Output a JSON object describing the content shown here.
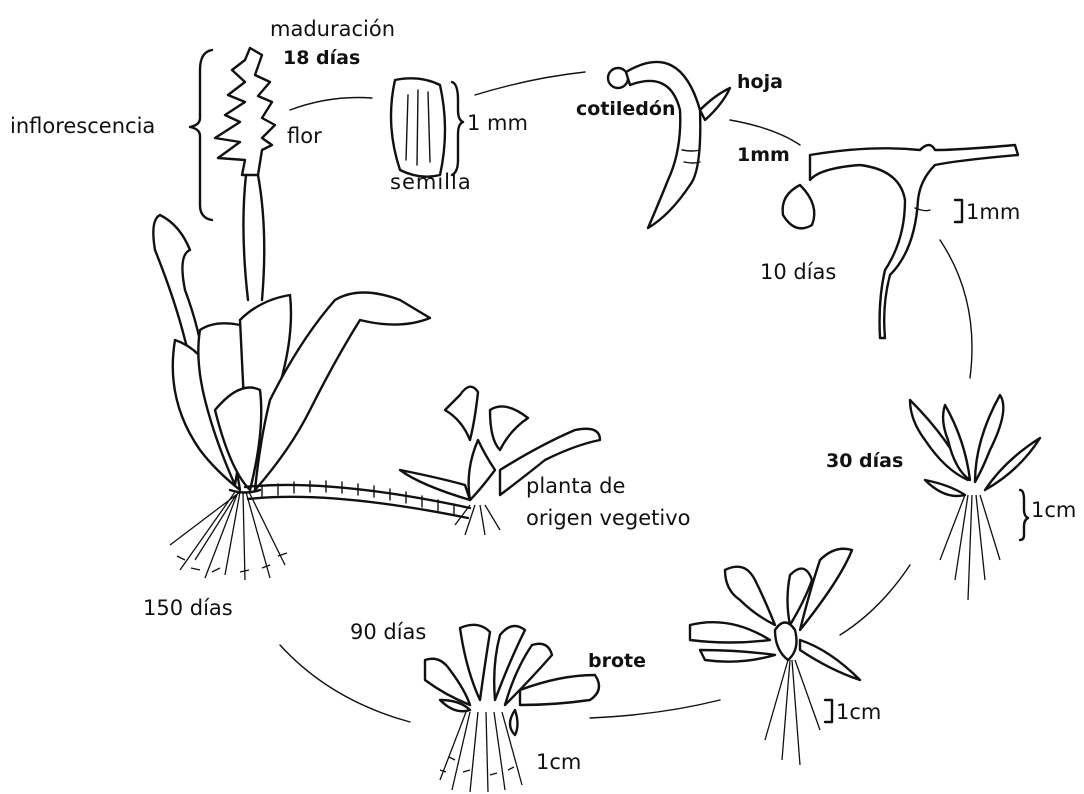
{
  "labels": {
    "maduracion": "maduración",
    "dias18": "18 días",
    "inflorescencia": "inflorescencia",
    "flor": "flor",
    "semilla": "semilla",
    "mm_semilla": "1 mm",
    "cotiledon": "cotiledón",
    "hoja": "hoja",
    "mm_plantula": "1mm",
    "mm_raiz": "1mm",
    "dias10": "10 días",
    "dias30": "30 días",
    "cm_30": "1cm",
    "planta_de": "planta de",
    "origen": "origen vegetivo",
    "dias150": "150 días",
    "dias90": "90 días",
    "brote": "brote",
    "cm_90": "1cm",
    "cm_120": "1cm"
  }
}
